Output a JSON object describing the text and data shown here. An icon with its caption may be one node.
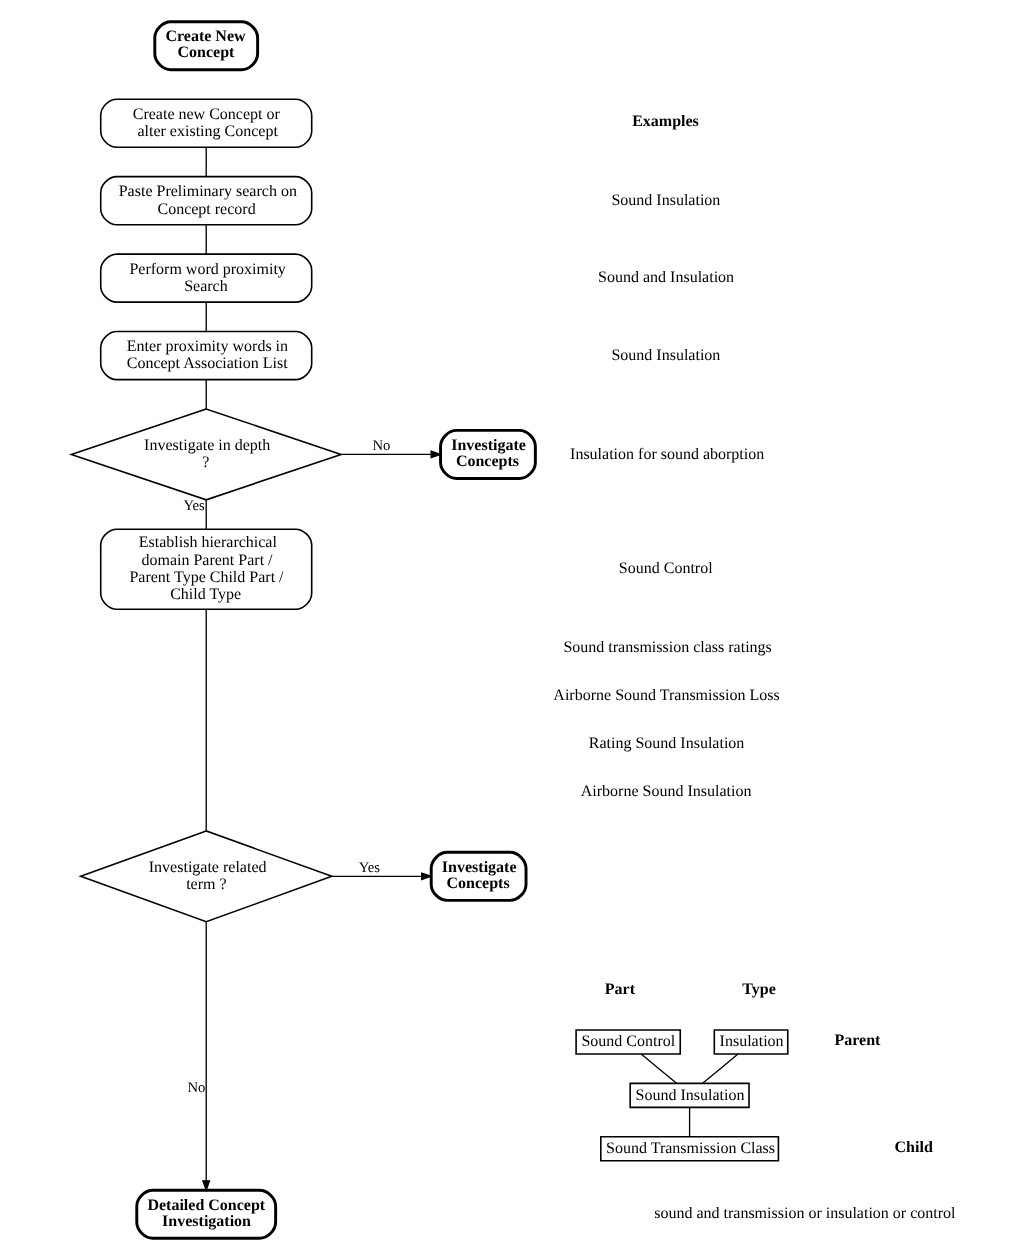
{
  "diagram": {
    "nodes": [
      {
        "text": [
          "Create New Concept"
        ]
      },
      {
        "text": [
          "Create new Concept or alter existing Concept"
        ]
      },
      {
        "text": [
          "Paste Preliminary search on Concept record"
        ]
      },
      {
        "text": [
          "Perform word proximity Search"
        ]
      },
      {
        "text": [
          "Enter proximity words in Concept Association List"
        ]
      },
      {
        "text": [
          "Investigate in depth ?"
        ]
      },
      {
        "text": [
          "Investigate Concepts"
        ]
      },
      {
        "text": [
          "Establish hierarchical domain Parent Part / Parent Type Child Part / Child Type"
        ]
      },
      {
        "text": [
          "Investigate related term ?"
        ]
      },
      {
        "text": [
          "Investigate Concepts"
        ]
      },
      {
        "text": [
          "Detailed Concept Investigation"
        ]
      },
      {
        "text": [
          "Sound Control"
        ]
      },
      {
        "text": [
          "Insulation"
        ]
      },
      {
        "text": [
          "Sound Insulation"
        ]
      },
      {
        "text": [
          "Sound Transmission Class"
        ]
      }
    ],
    "edges": [
      {
        "from": 1,
        "to": 2,
        "arrow": "none"
      },
      {
        "from": 2,
        "to": 3,
        "arrow": "none"
      },
      {
        "from": 3,
        "to": 4,
        "arrow": "none"
      },
      {
        "from": 4,
        "to": 5,
        "arrow": "none"
      },
      {
        "from": 5,
        "to": 6,
        "arrow": "to",
        "label": "No"
      },
      {
        "from": 5,
        "to": 7,
        "arrow": "none",
        "label": "Yes"
      },
      {
        "from": 7,
        "to": 8,
        "arrow": "none"
      },
      {
        "from": 8,
        "to": 9,
        "arrow": "to",
        "label": "Yes"
      },
      {
        "from": 8,
        "to": 10,
        "arrow": "to",
        "label": "No"
      },
      {
        "from": 11,
        "to": 13,
        "arrow": "none"
      },
      {
        "from": 12,
        "to": 13,
        "arrow": "none"
      },
      {
        "from": 13,
        "to": 14,
        "arrow": "none"
      }
    ],
    "labels": [
      "Examples",
      "Sound Insulation",
      "Sound and Insulation",
      "Sound Insulation",
      "Insulation for sound aborption",
      "Sound Control",
      "Sound transmission class ratings",
      "Airborne Sound Transmission Loss",
      "Rating Sound Insulation",
      "Airborne Sound Insulation",
      "Part",
      "Type",
      "Parent",
      "Child",
      "sound and transmission or insulation or control"
    ]
  }
}
